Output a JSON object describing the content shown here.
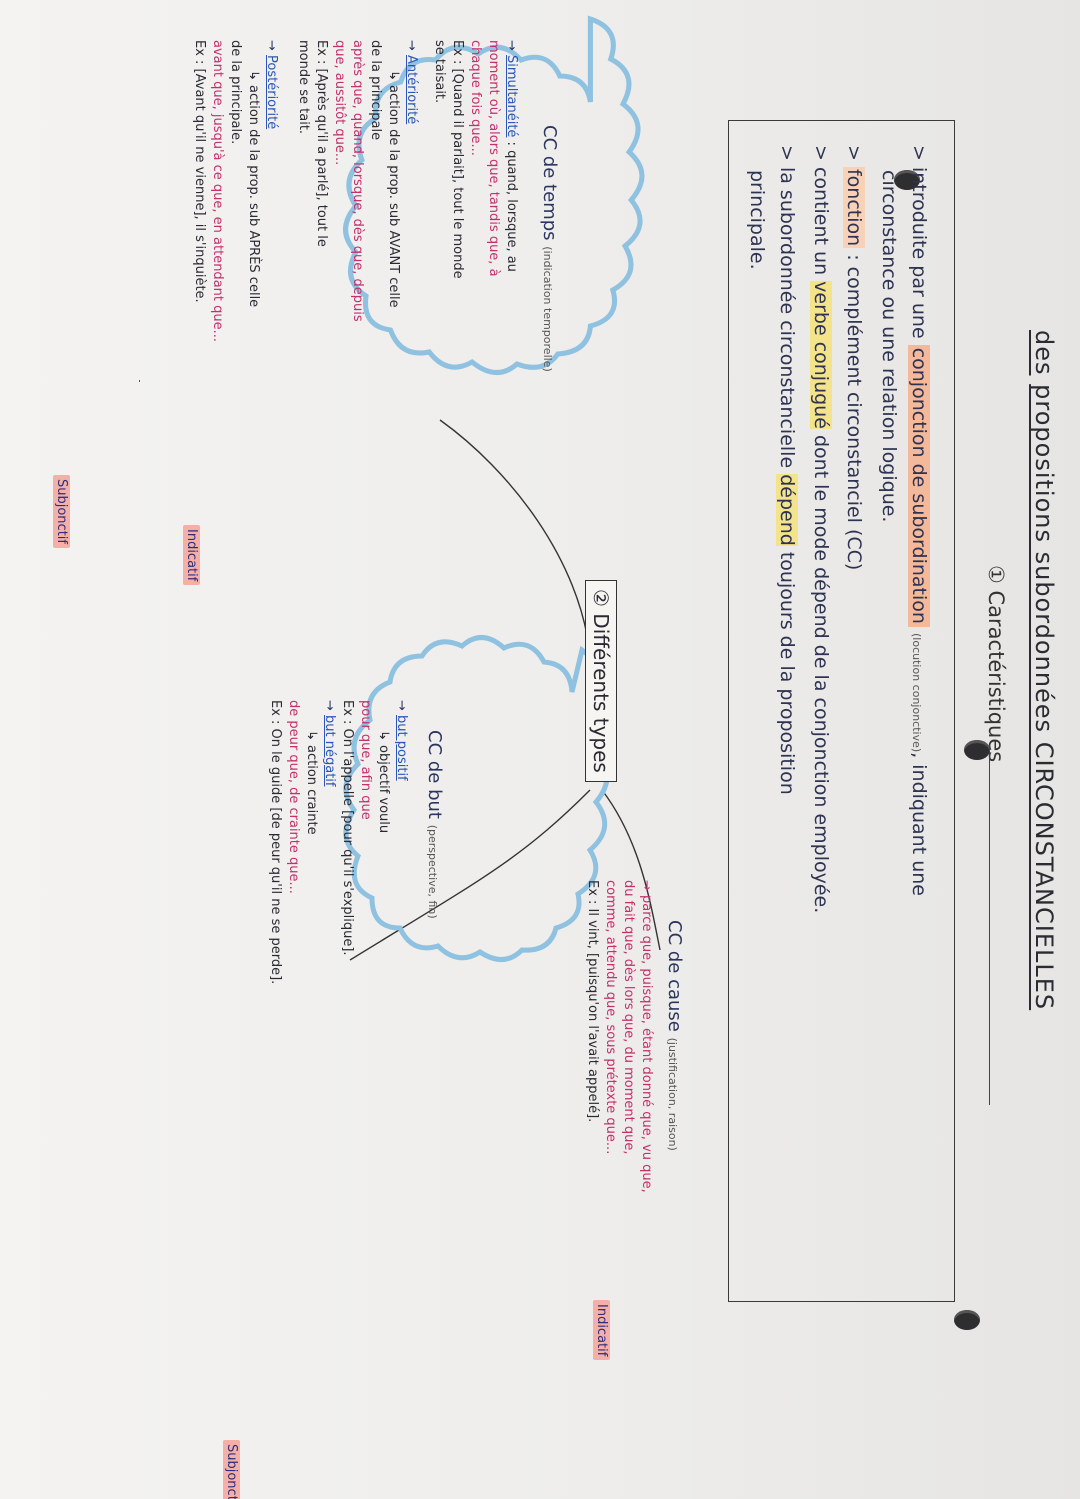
{
  "title": {
    "prefix": "des",
    "main": "propositions subordonnées CIRCONSTANCIELLES"
  },
  "section1": {
    "number": "①",
    "heading": "Caractéristiques",
    "lines": [
      {
        "a": "> introduite par une",
        "b": "conjonction de subordination",
        "c": "(locution conjonctive)",
        "d": ", indiquant une"
      },
      "circonstance ou une relation logique.",
      {
        "a": ">",
        "b": "fonction",
        "c": " : complément circonstanciel (CC)"
      },
      {
        "a": "> contient un",
        "b": "verbe conjugué",
        "c": "dont le mode dépend de la conjonction employée."
      },
      {
        "a": "> la subordonnée circonstancielle",
        "b": "dépend",
        "c": "toujours de la proposition"
      },
      "principale."
    ]
  },
  "section2": {
    "number": "②",
    "heading": "Différents types"
  },
  "tags": {
    "indicatif": "Indicatif",
    "subjonctif": "Subjonctif"
  },
  "temps": {
    "title": "CC de temps",
    "note": "(indication temporelle)",
    "simul": {
      "label": "Simultanéité",
      "text1": " : quand, lorsque, au",
      "text2": "moment où, alors que, tandis que, à",
      "text3": "chaque fois que...",
      "ex": "Ex : [Quand il parlait], tout le monde",
      "ex2": "se taisait."
    },
    "ante": {
      "label": "Antériorité",
      "text1": "↳ action de la prop. sub AVANT celle",
      "text2": "de la principale",
      "text3": "après que, quand, lorsque, dès que, depuis",
      "text4": "que, aussitôt que...",
      "ex": "Ex : [Après qu'il a parlé], tout le",
      "ex2": "monde se tait."
    },
    "post": {
      "label": "Postériorité",
      "text1": "↳ action de la prop. sub APRÈS celle",
      "text2": "de la principale.",
      "text3": "avant que, jusqu'à ce que, en attendant que...",
      "ex": "Ex : [Avant qu'il ne vienne], il s'inquiète."
    }
  },
  "cause": {
    "title": "CC de cause",
    "note": "(justification, raison)",
    "text1": "→ parce que, puisque, étant donné que, vu que,",
    "text2": "du fait que, dès lors que, du moment que,",
    "text3": "comme, attendu que, sous prétexte que...",
    "ex": "Ex : Il vint, [puisqu'on l'avait appelé]."
  },
  "but": {
    "title": "CC de but",
    "note": "(perspective, fin)",
    "pos": {
      "label": "but positif",
      "text1": "↳ objectif voulu",
      "text2": "pour que, afin que",
      "ex": "Ex : On l'appelle [pour qu'il s'explique]."
    },
    "neg": {
      "label": "but négatif",
      "text1": "↳ action crainte",
      "text2": "de peur que, de crainte que...",
      "ex": "Ex : On le guide [de peur qu'il ne se perde]."
    }
  }
}
